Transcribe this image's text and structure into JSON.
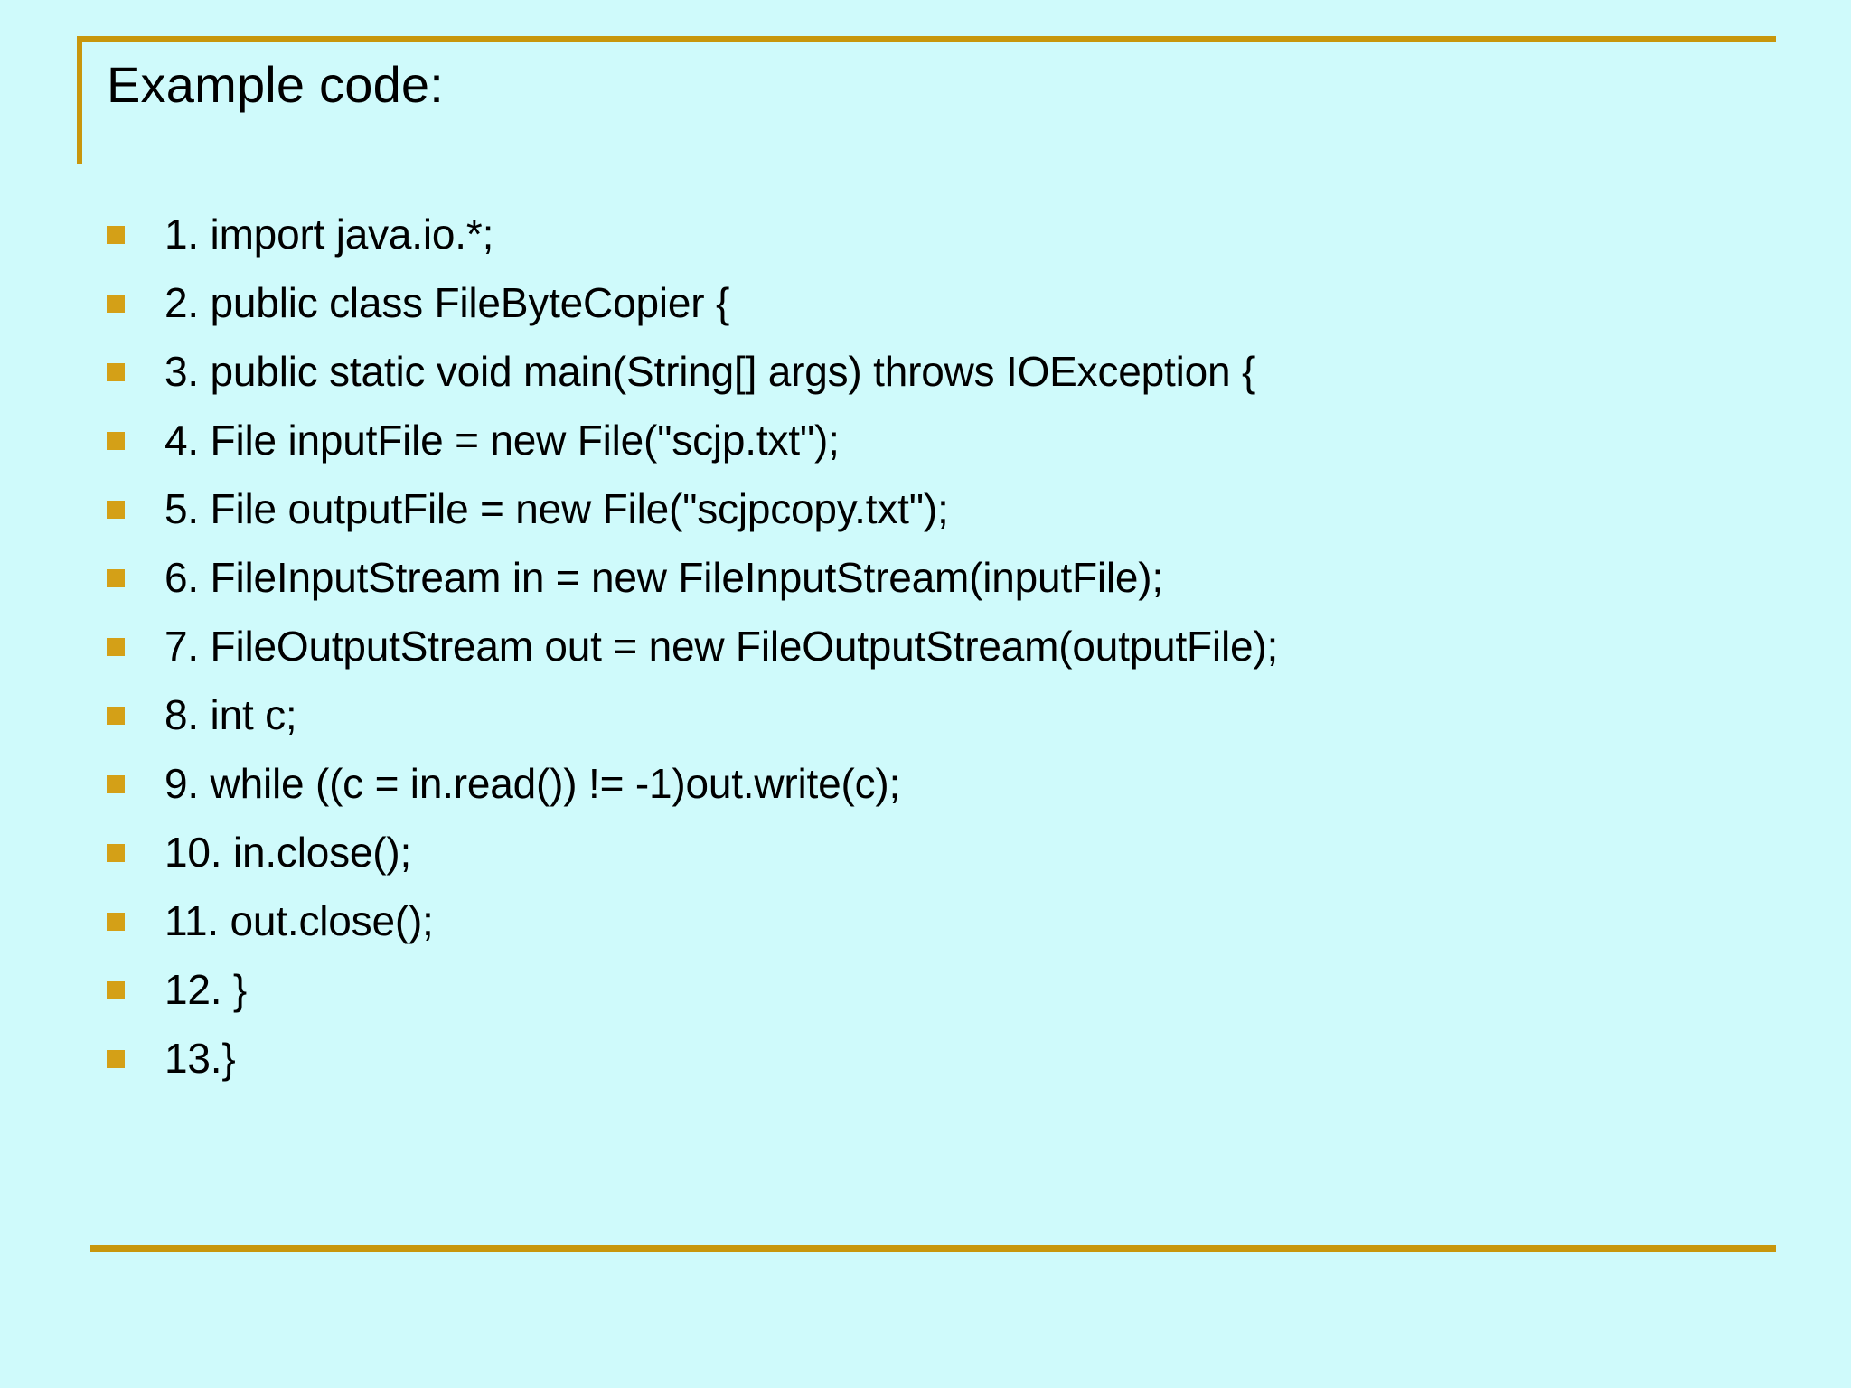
{
  "slide": {
    "background_color": "#cffafb",
    "accent_color": "#c8960c",
    "bullet_color": "#d4a017",
    "text_color": "#000000",
    "title": "Example code:"
  },
  "code_lines": [
    {
      "text": "1. import java.io.*;"
    },
    {
      "text": "2. public class FileByteCopier {"
    },
    {
      "text": "3. public static void main(String[] args) throws IOException {"
    },
    {
      "text": "4. File inputFile = new File(\"scjp.txt\");"
    },
    {
      "text": "5. File outputFile = new File(\"scjpcopy.txt\");"
    },
    {
      "text": "6. FileInputStream in = new FileInputStream(inputFile);"
    },
    {
      "text": "7. FileOutputStream out = new FileOutputStream(outputFile);"
    },
    {
      "text": "8. int c;"
    },
    {
      "text": "9. while ((c = in.read()) != -1)out.write(c);"
    },
    {
      "text": "10. in.close();"
    },
    {
      "text": "11. out.close();"
    },
    {
      "text": "12. }"
    },
    {
      "text": "13.}"
    }
  ]
}
